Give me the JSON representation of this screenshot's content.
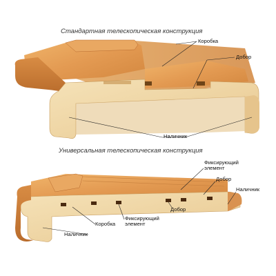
{
  "top": {
    "title": "Стандартная телескопическая конструкция",
    "labels": {
      "korobka": "Коробка",
      "dobor": "Добор",
      "nalichnik": "Наличник"
    }
  },
  "bottom": {
    "title": "Универсальная телескопическая конструкция",
    "labels": {
      "fix_right_1": "Фиксирующий",
      "fix_right_2": "элемент",
      "dobor_right": "Добор",
      "nalichnik_right": "Наличник",
      "korobka": "Коробка",
      "fix_bottom_1": "Фиксирующий",
      "fix_bottom_2": "элемент",
      "dobor_bottom": "Добор",
      "nalichnik_left": "Наличник"
    }
  },
  "colors": {
    "wood_light": "#e8a45a",
    "wood_mid": "#d4894a",
    "wood_dark": "#b86a2e",
    "cut_face": "#f0d9a8",
    "slot": "#4a2a10",
    "leader": "#222222"
  }
}
